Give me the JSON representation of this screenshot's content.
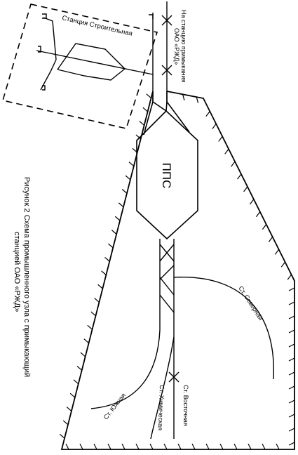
{
  "diagram": {
    "caption": {
      "line1": "Рисунок 2 Схема промышленного узла с примыкающий",
      "line2": "станцией ОАО «РЖД»"
    },
    "station_box_label": "Станция Строительная",
    "junction_label": {
      "line1": "На станцию примыкания",
      "line2": "ОАО «РЖД»"
    },
    "pps_label": "ППС",
    "branches": {
      "severnaya": "Ст. Северная",
      "vostochnaya": "Ст. Восточная",
      "khimicheskaya": "Ст. Химическая",
      "yuzhnaya": "Ст. Южная"
    }
  }
}
